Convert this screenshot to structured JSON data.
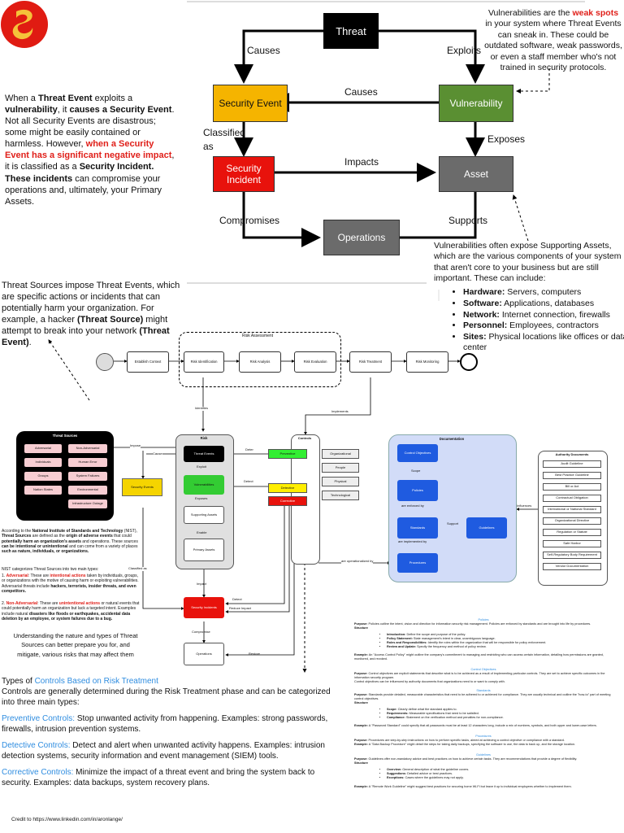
{
  "top_diagram": {
    "threat": "Threat",
    "security_event": "Security Event",
    "vulnerability": "Vulnerability",
    "security_incident": "Security Incident",
    "asset": "Asset",
    "operations": "Operations",
    "edges": {
      "causes1": "Causes",
      "exploits": "Exploits",
      "causes2": "Causes",
      "classified_as": "Classified as",
      "exposes": "Exposes",
      "impacts": "Impacts",
      "compromises": "Compromises",
      "supports": "Supports"
    }
  },
  "notes": {
    "vuln_pre": "Vulnerabilities are the ",
    "vuln_hl": "weak spots",
    "vuln_post": " in your system where Threat Events can sneak in. These could be outdated software, weak passwords, or even a staff member who's not trained in security protocols.",
    "left_a": "When a ",
    "left_b": "Threat Event",
    "left_c": " exploits a ",
    "left_d": "vulnerability",
    "left_e": ", it ",
    "left_f": "causes a Security Event",
    "left_g": ". Not all Security Events are disastrous; some might be easily contained or harmless. However, ",
    "left_h": "when a Security Event has a significant negative impact",
    "left_i": ", it is classified as a ",
    "left_j": "Security Incident.",
    "left_k": " These incidents",
    "left_l": " can compromise your operations and, ultimately, your Primary Assets.",
    "supp_intro": "Vulnerabilities often expose Supporting Assets, which are the various components of your system that aren't core to your business but are still important. These can include:",
    "supp_items": [
      {
        "term": "Hardware:",
        "desc": " Servers, computers"
      },
      {
        "term": "Software:",
        "desc": " Applications, databases"
      },
      {
        "term": "Network:",
        "desc": " Internet connection, firewalls"
      },
      {
        "term": "Personnel:",
        "desc": " Employees, contractors"
      },
      {
        "term": "Sites:",
        "desc": " Physical locations like offices or data center"
      }
    ],
    "ts_a": "Threat Sources impose Threat Events, which are specific actions or incidents that can potentially harm your organization. For example, a hacker ",
    "ts_b": "(Threat Source)",
    "ts_c": " might attempt to break into your network ",
    "ts_d": "(Threat Event)",
    "ts_e": "."
  },
  "process": {
    "risk_assessment": "Risk Assessment",
    "steps": [
      "Establish Context",
      "Risk Identification",
      "Risk Analysis",
      "Risk Evaluation",
      "Risk Treatment",
      "Risk Monitoring"
    ],
    "identifies": "Identifies",
    "implements": "Implements"
  },
  "middle": {
    "threat_sources_title": "Threat Sources",
    "sources_left": [
      "Adversarial",
      "Individuals",
      "Groups",
      "Nation States"
    ],
    "sources_right": [
      "Non-Adversarial",
      "Human Error",
      "System Failures",
      "Environmental",
      "Infrastructure Outage"
    ],
    "impose": "Impose",
    "cause": "Cause",
    "security_events": "Security Events",
    "risk_title": "Risk",
    "risk_items": [
      "Threat Events",
      "Vulnerabilities",
      "Supporting Assets",
      "Primary Assets"
    ],
    "risk_edges": [
      "Exploit",
      "Exposes",
      "Enable"
    ],
    "deter": "Deter",
    "detect": "Detect",
    "detect2": "Detect",
    "reduce_impact": "Reduce Impact",
    "restore": "Restore",
    "impact": "Impact",
    "classified_as": "Classified as",
    "compromise": "Compromise",
    "security_incidents": "Security Incidents",
    "operations": "Operations",
    "controls_title": "Controls",
    "controls": [
      "Preventive",
      "Detective",
      "Corrective"
    ],
    "control_types": [
      "Organizational",
      "People",
      "Physical",
      "Technological"
    ],
    "documentation_title": "Documentation",
    "doc_items": [
      "Control Objectives",
      "Policies",
      "Standards",
      "Procedures",
      "Guidelines"
    ],
    "doc_edges": [
      "Scope",
      "are enforced by",
      "are implemented by",
      "Support"
    ],
    "are_operationalized": "are operationalized by",
    "influences": "Influences",
    "authority_title": "Authority Documents",
    "authority_items": [
      "Audit Guideline",
      "Best Practice Guideline",
      "Bill or Act",
      "Contractual Obligation",
      "International or National Standard",
      "Organizational Directive",
      "Regulation or Statute",
      "Safe Harbor",
      "Self-Regulatory Body Requirement",
      "Vendor Documentation"
    ]
  },
  "nist": {
    "p1_a": "According to the ",
    "p1_b": "National Institute of Standards and Technology",
    "p1_c": " (NIST), ",
    "p1_d": "Threat Sources",
    "p1_e": " are defined as the ",
    "p1_f": "origin of adverse events",
    "p1_g": " that could ",
    "p1_h": "potentially harm an organization's assets",
    "p1_i": " and operations. These sources ",
    "p1_j": "can be intentional or unintentional",
    "p1_k": " and can come from a variety of places ",
    "p1_l": "such as nature, individuals, or organizations.",
    "p2": "NIST categorizes Threat Sources into two main types:",
    "p3_a": "1. ",
    "p3_b": "Adversarial",
    "p3_c": ": These are ",
    "p3_d": "intentional actions",
    "p3_e": " taken by individuals, groups, or organizations with the motive of causing harm or exploiting vulnerabilities. Adversarial threats include ",
    "p3_f": "hackers, terrorists, insider threats, and even competitors.",
    "p4_a": "2. ",
    "p4_b": "Non-Adversarial",
    "p4_c": ": These are ",
    "p4_d": "unintentional actions",
    "p4_e": " or natural events that could potentially harm an organization but lack a targeted intent. Examples include natural ",
    "p4_f": "disasters like floods or earthquakes, accidental data deletion by an employee, or system failures due to a bug.",
    "understand": "Understanding the nature and types of Threat Sources can better prepare you for, and mitigate, various risks that may affect them"
  },
  "doc_text": {
    "policies_h": "Policies",
    "policies_p": "Policies outline the intent, vision and direction for information security risk management. Policies are enforced by standards and are brought into life by procedures.",
    "structure": "Structure",
    "purpose": "Purpose:",
    "example": "Example:",
    "policies_items": [
      {
        "t": "Introduction:",
        "d": " Define the scope and purpose of the policy."
      },
      {
        "t": "Policy Statement:",
        "d": " State management's intent in clear, unambiguous language."
      },
      {
        "t": "Roles and Responsibilities:",
        "d": " Identify the roles within the organization that will be responsible for policy enforcement."
      },
      {
        "t": "Review and Update:",
        "d": " Specify the frequency and method of policy review."
      }
    ],
    "policies_ex": "An \"Access Control Policy\" might outline the company's commitment to managing and restricting who can access certain information, detailing how permissions are granted, monitored, and revoked.",
    "co_h": "Control Objectives",
    "co_p": "Control objectives are explicit statements that describe what is to be achieved as a result of implementing particular controls. They are set to achieve specific outcomes in the information security program.",
    "co_p2": "Control objectives can be influenced by authority documents that organizations need to or want to comply with.",
    "std_h": "Standards",
    "std_p": "Standards provide detailed, measurable characteristics that need to be adhered to or achieved for compliance. They are usually technical and outline the \"how-to\" part of meeting control objectives.",
    "std_items": [
      {
        "t": "Scope:",
        "d": " Clearly define what the standard applies to."
      },
      {
        "t": "Requirements:",
        "d": " Measurable specifications that need to be satisfied."
      },
      {
        "t": "Compliance:",
        "d": " Statement on the verification method and penalties for non-compliance."
      }
    ],
    "std_ex1": "A \"Password Standard\" could specify that all passwords must be at least 12 characters long, include a mix of numbers, symbols, and both upper and lower-case letters.",
    "proc_h": "Procedures",
    "proc_p": "Procedures are step-by-step instructions on how to perform specific tasks, aimed at achieving a control objective or compliance with a standard.",
    "proc_ex": "A \"Data Backup Procedure\" might detail the steps for taking daily backups, specifying the software to use, the data to back up, and the storage location.",
    "gl_h": "Guidelines",
    "gl_p": "Guidelines offer non-mandatory advice and best practices on how to achieve certain tasks. They are recommendations that provide a degree of flexibility.",
    "gl_items": [
      {
        "t": "Overview:",
        "d": " General description of what the guideline covers."
      },
      {
        "t": "Suggestions:",
        "d": " Detailed advice or best practices."
      },
      {
        "t": "Exceptions:",
        "d": " Cases where the guidelines may not apply."
      }
    ],
    "gl_ex": "A \"Remote Work Guideline\" might suggest best practices for securing home Wi-Fi but leave it up to individual employees whether to implement them."
  },
  "controls_text": {
    "h_a": "Types of ",
    "h_b": "Controls Based on Risk Treatment",
    "p": "Controls are generally determined during the Risk Treatment phase and can be categorized into three main types:",
    "prev_t": "Preventive Controls:",
    "prev_d": " Stop unwanted activity from happening. Examples: strong passwords, firewalls, intrusion prevention systems.",
    "det_t": "Detective Controls:",
    "det_d": " Detect and alert when unwanted activity happens. Examples: intrusion detection systems, security information and event management (SIEM) tools.",
    "cor_t": "Corrective Controls:",
    "cor_d": " Minimize the impact of a threat event and bring the system back to security. Examples: data backups, system recovery plans."
  },
  "credit": "Credit to https://www.linkedin.com/in/aronlange/",
  "colors": {
    "threat": "#000000",
    "event": "#f5b400",
    "vuln": "#5a8f32",
    "incident": "#e8120c",
    "asset": "#6b6b6b",
    "blue_link": "#2f8de0"
  }
}
